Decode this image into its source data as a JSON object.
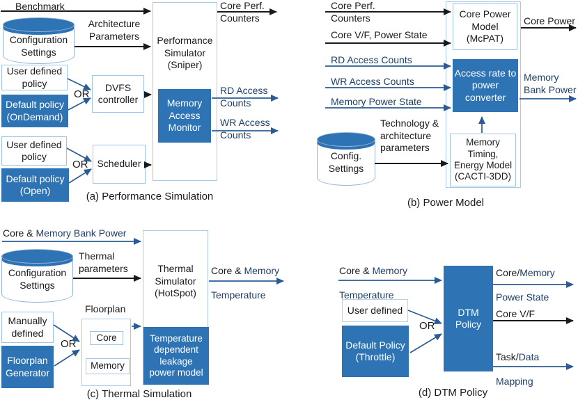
{
  "colors": {
    "box_blue": "#2e74b5",
    "dark_blue_text": "#1f3f66",
    "arrow_blue": "#2a5b96",
    "black": "#1a1a1a",
    "light_blue_border": "#9dc3e6"
  },
  "panel_a": {
    "caption": "(a) Performance Simulation",
    "benchmark_label": "Benchmark",
    "config_cylinder_label": "Configuration\nSettings",
    "arch_params_label": "Architecture\nParameters",
    "user_policy_top": "User defined\npolicy",
    "default_policy_top": "Default policy\n(OnDemand)",
    "or_top": "OR",
    "dvfs_controller": "DVFS\ncontroller",
    "user_policy_bottom": "User defined\npolicy",
    "default_policy_bottom": "Default policy\n(Open)",
    "or_bottom": "OR",
    "scheduler": "Scheduler",
    "performance_simulator": "Performance\nSimulator\n(Sniper)",
    "memory_access_monitor": "Memory\nAccess\nMonitor",
    "out_core_perf_counters": "Core Perf.\nCounters",
    "out_rd_access_counts": "RD Access\nCounts",
    "out_wr_access_counts": "WR Access\nCounts"
  },
  "panel_b": {
    "caption": "(b) Power Model",
    "in_core_perf_counters": "Core Perf.\nCounters",
    "in_core_vf_power_state": "Core V/F, Power State",
    "in_rd_access_counts": "RD Access Counts",
    "in_wr_access_counts": "WR Access Counts",
    "in_memory_power_state": "Memory Power State",
    "core_power_model": "Core Power\nModel\n(McPAT)",
    "access_rate_converter": "Access rate to\npower\nconverter",
    "memory_timing_model": "Memory\nTiming,\nEnergy Model\n(CACTI-3DD)",
    "config_cylinder_label": "Config.\nSettings",
    "tech_params_label": "Technology &\narchitecture\nparameters",
    "out_core_power": "Core Power",
    "out_memory_bank_power": "Memory\nBank Power"
  },
  "panel_c": {
    "caption": "(c) Thermal Simulation",
    "in_power_black": "Core & ",
    "in_power_blue": "Memory Bank Power",
    "config_cylinder_label": "Configuration\nSettings",
    "thermal_params_label": "Thermal\nparameters",
    "thermal_simulator": "Thermal\nSimulator\n(HotSpot)",
    "leakage_model": "Temperature\ndependent\nleakage\npower model",
    "floorplan_label": "Floorplan",
    "core_box": "Core",
    "memory_box": "Memory",
    "manually_defined": "Manually\ndefined",
    "floorplan_generator": "Floorplan\nGenerator",
    "or": "OR",
    "out_temp_black": "Core & ",
    "out_temp_blue": "Memory",
    "out_temp_line2": "Temperature"
  },
  "panel_d": {
    "caption": "(d) DTM Policy",
    "in_temp_black": "Core & ",
    "in_temp_blue": "Memory",
    "in_temp_line2": "Temperature",
    "user_defined": "User defined",
    "default_policy": "Default Policy\n(Throttle)",
    "or": "OR",
    "dtm_policy": "DTM\nPolicy",
    "out1_black": "Core/",
    "out1_blue": "Memory",
    "out1_line2": "Power State",
    "out2_core_vf": "Core V/F",
    "out3_black": "Task/",
    "out3_blue": "Data",
    "out3_line2": "Mapping"
  }
}
